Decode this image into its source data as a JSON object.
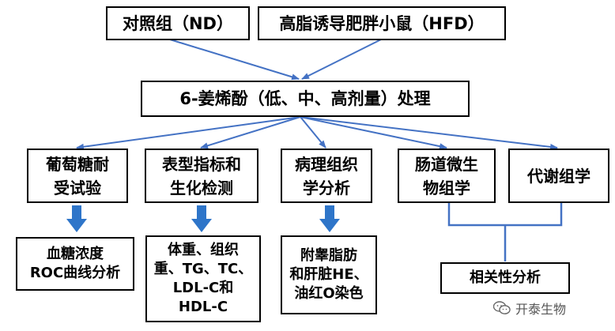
{
  "nodes": {
    "group_nd": "对照组（ND）",
    "group_hfd": "高脂诱导肥胖小鼠（HFD）",
    "treatment": "6-姜烯酚（低、中、高剂量）处理",
    "ogtt": "葡萄糖耐\n受试验",
    "phenotype": "表型指标和\n生化检测",
    "pathology": "病理组织\n学分析",
    "microbiota": "肠道微生\n物组学",
    "metabolomics": "代谢组学",
    "blood_glucose": "血糖浓度\nROC曲线分析",
    "weights_lipids": "体重、组织\n重、TG、TC、\nLDL-C和\nHDL-C",
    "staining": "附睾脂肪\n和肝脏HE、\n油红O染色",
    "correlation": "相关性分析"
  },
  "watermark": {
    "icon": "wechat-icon",
    "text": "开泰生物"
  },
  "colors": {
    "connector_blue": "#4472c4",
    "arrow_blue": "#2e75c9",
    "bracket_blue": "#4472c4"
  }
}
